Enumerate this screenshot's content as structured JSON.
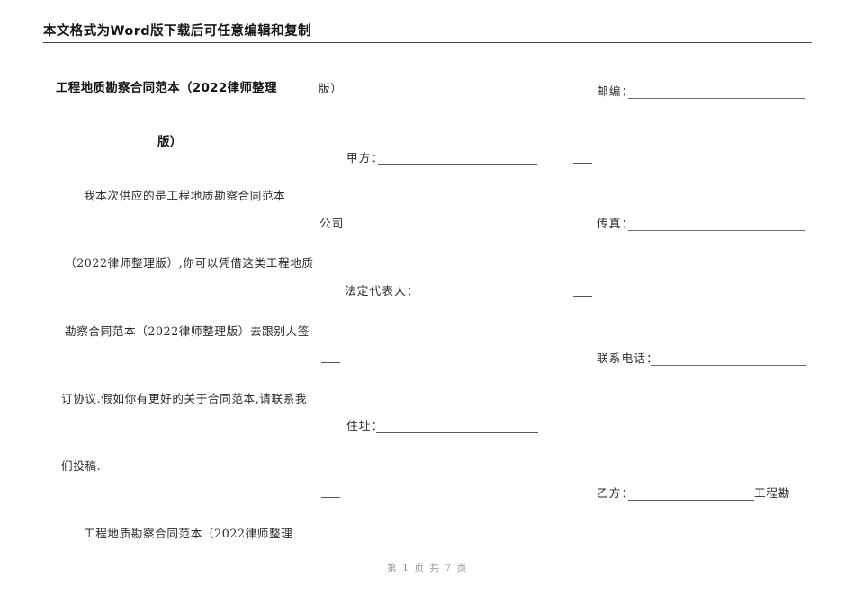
{
  "header": {
    "notice": "本文格式为Word版下载后可任意编辑和复制"
  },
  "title": {
    "line1": "工程地质勘察合同范本（2022律师整理",
    "line2": "版）",
    "continuation": "版）"
  },
  "body": {
    "lines": [
      "我本次供应的是工程地质勘察合同范本",
      "（2022律师整理版）,你可以凭借这类工程地质",
      "勘察合同范本（2022律师整理版）去跟别人签",
      "订协议.假如你有更好的关于合同范本,请联系我",
      "们投稿.",
      "工程地质勘察合同范本（2022律师整理"
    ]
  },
  "form": {
    "party_a_label": "甲方：",
    "company_label": "公司",
    "legal_rep_label": "法定代表人：",
    "address_label": "住址：",
    "postcode_label": "邮编：",
    "fax_label": "传真：",
    "phone_label": "联系电话：",
    "party_b_label": "乙方：",
    "party_b_tail": "工程勘"
  },
  "footer": {
    "page_text": "第 1 页 共 7 页"
  },
  "colors": {
    "text": "#2b2b2b",
    "rule": "#5c5c5c",
    "footer": "#8b8b8b",
    "background": "#ffffff"
  }
}
